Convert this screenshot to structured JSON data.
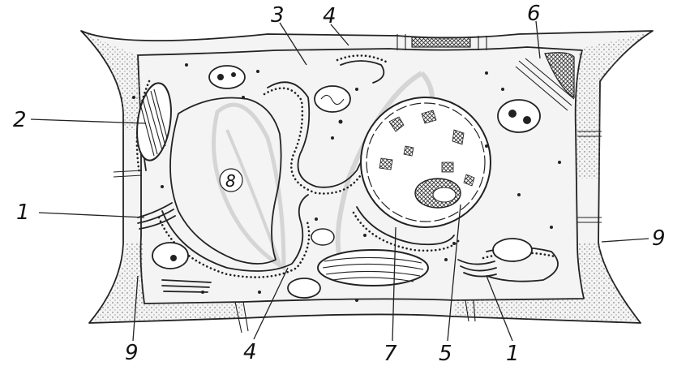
{
  "labels": [
    {
      "id": "label-1-left",
      "text": "1"
    },
    {
      "id": "label-2",
      "text": "2"
    },
    {
      "id": "label-3",
      "text": "3"
    },
    {
      "id": "label-4-top",
      "text": "4"
    },
    {
      "id": "label-6",
      "text": "6"
    },
    {
      "id": "label-8",
      "text": "8"
    },
    {
      "id": "label-9-right",
      "text": "9"
    },
    {
      "id": "label-9-left",
      "text": "9"
    },
    {
      "id": "label-4-bottom",
      "text": "4"
    },
    {
      "id": "label-7",
      "text": "7"
    },
    {
      "id": "label-5",
      "text": "5"
    },
    {
      "id": "label-1-bottom",
      "text": "1"
    }
  ],
  "colors": {
    "ink": "#222222",
    "watermark": "#c8c8c8",
    "background": "#ffffff"
  }
}
